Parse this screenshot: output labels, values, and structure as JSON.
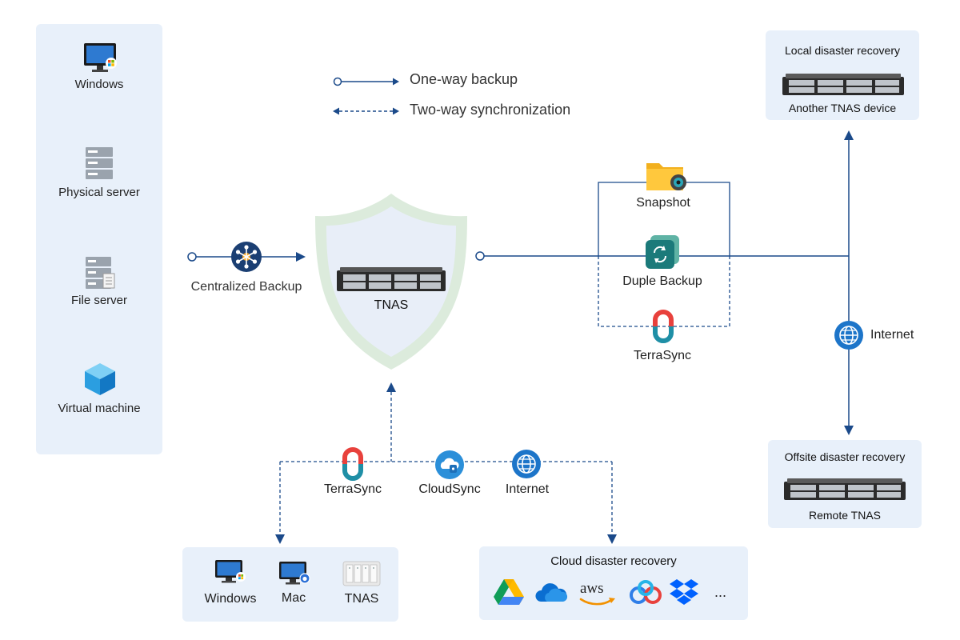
{
  "legend": {
    "one_way": "One-way backup",
    "two_way": "Two-way synchronization"
  },
  "sources": [
    {
      "label": "Windows",
      "icon": "windows-monitor-icon"
    },
    {
      "label": "Physical server",
      "icon": "server-rack-icon"
    },
    {
      "label": "File server",
      "icon": "file-server-icon"
    },
    {
      "label": "Virtual machine",
      "icon": "cube-icon"
    }
  ],
  "centralized_backup": "Centralized Backup",
  "core": {
    "label": "TNAS"
  },
  "right_services": {
    "snapshot": "Snapshot",
    "duple_backup": "Duple Backup",
    "terrasync": "TerraSync"
  },
  "local_dr": {
    "title": "Local disaster recovery",
    "device": "Another TNAS device"
  },
  "internet_right": "Internet",
  "offsite_dr": {
    "title": "Offsite disaster recovery",
    "device": "Remote TNAS"
  },
  "bottom_services": {
    "terrasync": "TerraSync",
    "cloudsync": "CloudSync",
    "internet": "Internet"
  },
  "clients": [
    {
      "label": "Windows",
      "icon": "windows-monitor-icon"
    },
    {
      "label": "Mac",
      "icon": "mac-monitor-icon"
    },
    {
      "label": "TNAS",
      "icon": "tnas-desktop-icon"
    }
  ],
  "cloud_dr": {
    "title": "Cloud disaster recovery",
    "aws": "aws",
    "more": "..."
  },
  "colors": {
    "line": "#1b4a8a",
    "panel": "#e8f0fa",
    "shield": "#dcebdc",
    "accent_blue": "#1d75c9"
  }
}
